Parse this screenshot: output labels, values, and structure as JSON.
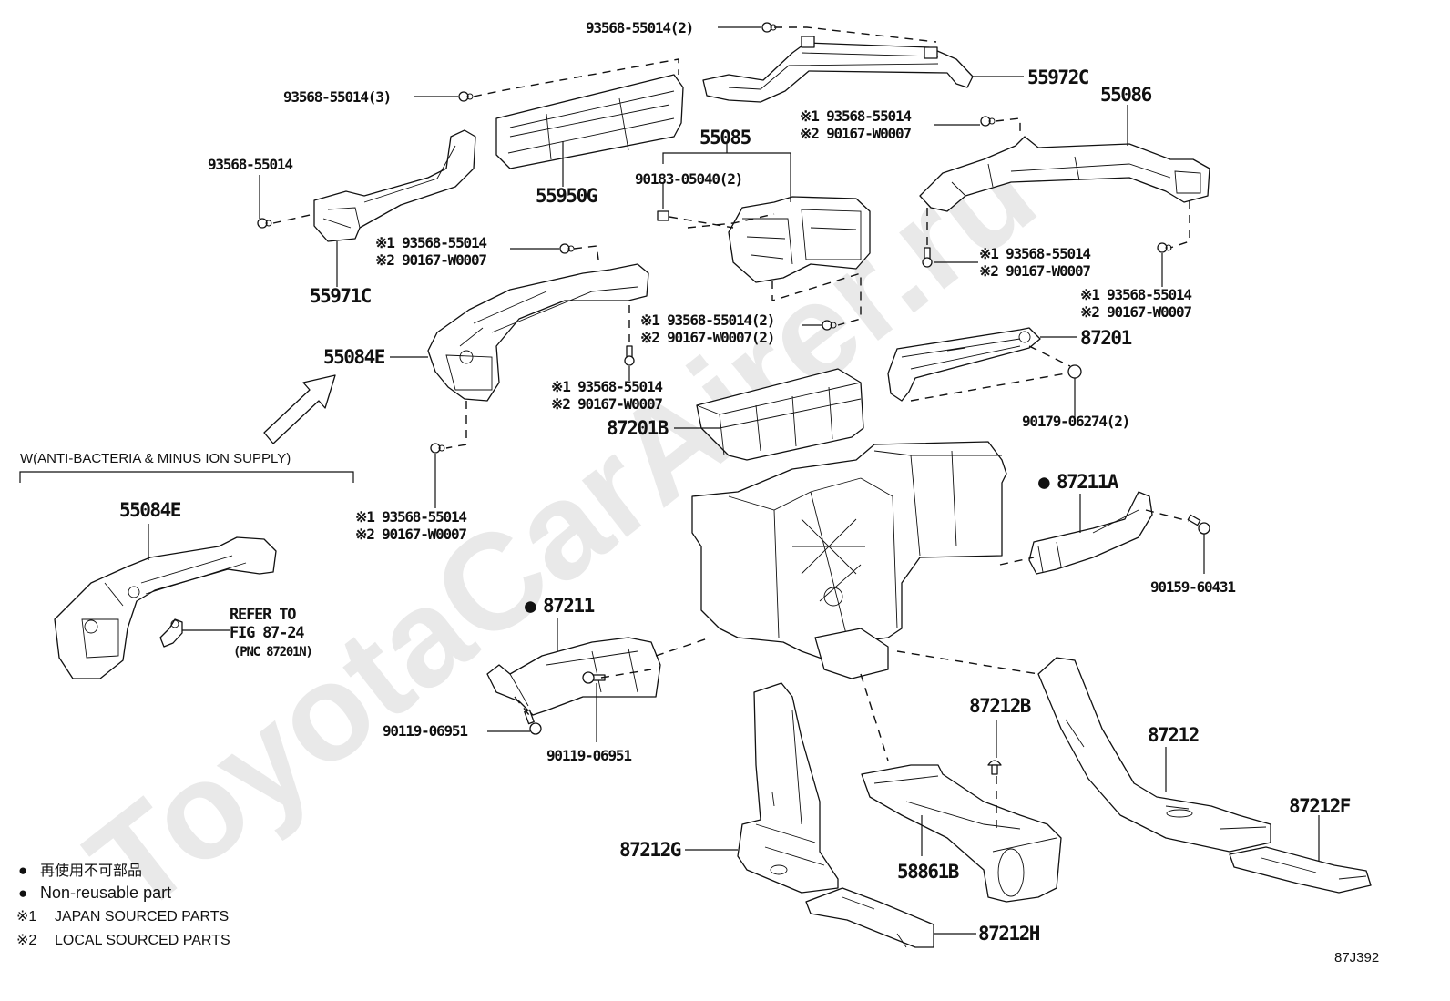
{
  "diagram": {
    "code": "87J392",
    "watermark": "ToyotaCarAirer.ru",
    "variant_header": "W(ANTI-BACTERIA & MINUS ION SUPPLY)",
    "refer_note": [
      "REFER TO",
      "FIG 87-24",
      "(PNC 87201N)"
    ],
    "parts": {
      "p55972C": "55972C",
      "p55086": "55086",
      "p55085": "55085",
      "p55950G": "55950G",
      "p55971C": "55971C",
      "p55084E": "55084E",
      "p55084E_alt": "55084E",
      "p87201": "87201",
      "p87201B": "87201B",
      "p87211A": "87211A",
      "p87211": "87211",
      "p87212B": "87212B",
      "p87212": "87212",
      "p87212F": "87212F",
      "p87212G": "87212G",
      "p87212H": "87212H",
      "p58861B": "58861B"
    },
    "fasteners": {
      "f_top2": "93568-55014(2)",
      "f_left3": "93568-55014(3)",
      "f_left1": "93568-55014",
      "f_clip": "90183-05040(2)",
      "f_90179": "90179-06274(2)",
      "f_90159": "90159-60431",
      "f_90119_a": "90119-06951",
      "f_90119_b": "90119-06951"
    },
    "dual_fasteners": [
      {
        "l1": "※1 93568-55014",
        "l2": "※2 90167-W0007"
      },
      {
        "l1": "※1 93568-55014",
        "l2": "※2 90167-W0007"
      },
      {
        "l1": "※1 93568-55014",
        "l2": "※2 90167-W0007"
      },
      {
        "l1": "※1 93568-55014",
        "l2": "※2 90167-W0007"
      },
      {
        "l1": "※1 93568-55014(2)",
        "l2": "※2 90167-W0007(2)"
      },
      {
        "l1": "※1 93568-55014",
        "l2": "※2 90167-W0007"
      },
      {
        "l1": "※1 93568-55014",
        "l2": "※2 90167-W0007"
      }
    ],
    "legend": [
      {
        "mark": "●",
        "text": "再使用不可部品"
      },
      {
        "mark": "●",
        "text": "Non-reusable part"
      },
      {
        "mark": "※1",
        "text": "JAPAN SOURCED PARTS"
      },
      {
        "mark": "※2",
        "text": "LOCAL SOURCED PARTS"
      }
    ],
    "non_reusable_marker": "●"
  }
}
